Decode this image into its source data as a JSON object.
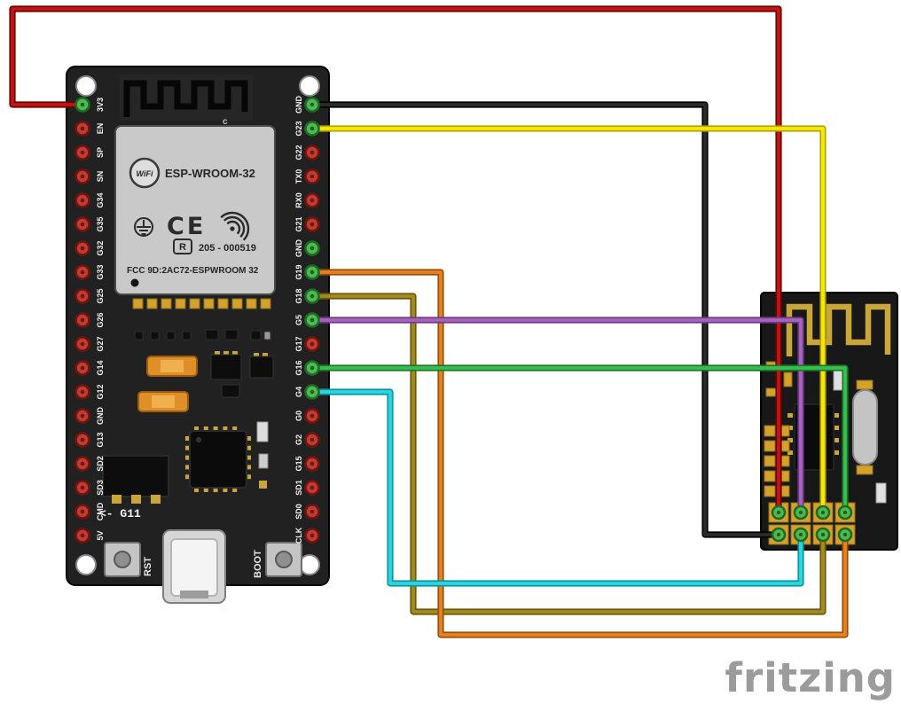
{
  "watermark": "fritzing",
  "palette": {
    "board_dark": "#212121",
    "nrf_dark": "#181818",
    "gold": "#d4a12b",
    "gold_ring": "#8a6d1f",
    "shield_silver": "#c9c9c9",
    "pin_free": "#c23a30",
    "pin_free_ring": "#6e1510",
    "pin_connected": "#4cbb4f",
    "pin_connected_ring": "#1d6b25"
  },
  "esp32": {
    "shield": {
      "logo": "WiFi",
      "model": "ESP-WROOM-32",
      "ce_mark": "CE",
      "reg_mark": "R",
      "reg_code": "205 - 000519",
      "fcc_line": "FCC 9D:2AC72-ESPWROOM 32"
    },
    "silkscreen": {
      "c_label": "c",
      "g11_label": "<- G11",
      "rst_label": "RST",
      "boot_label": "BOOT"
    },
    "left_pins": [
      "3V3",
      "EN",
      "SP",
      "SN",
      "G34",
      "G35",
      "G32",
      "G33",
      "G25",
      "G26",
      "G27",
      "G14",
      "G12",
      "GND",
      "G13",
      "SD2",
      "SD3",
      "CMD",
      "5V"
    ],
    "right_pins": [
      "GND",
      "G23",
      "G22",
      "TX0",
      "RX0",
      "G21",
      "GND",
      "G19",
      "G18",
      "G5",
      "G17",
      "G16",
      "G4",
      "G0",
      "G2",
      "G15",
      "SD1",
      "SD0",
      "CLK"
    ],
    "left_connected": [
      0
    ],
    "right_connected": [
      0,
      1,
      6,
      7,
      8,
      9,
      11,
      12
    ]
  },
  "nrf24l01": {
    "header_pin_count": 8
  },
  "wires": {
    "red": {
      "color": "#c01515",
      "border": "#700000"
    },
    "black": {
      "color": "#2b2b2b",
      "border": "#000000"
    },
    "yellow": {
      "color": "#f8e80a",
      "border": "#b3a600"
    },
    "olive": {
      "color": "#a38b1d",
      "border": "#6a5a0e"
    },
    "orange": {
      "color": "#e8821f",
      "border": "#9a4f0c"
    },
    "cyan": {
      "color": "#2cd5df",
      "border": "#0b96a3"
    },
    "purple": {
      "color": "#a763bd",
      "border": "#6f3c85"
    },
    "green": {
      "color": "#37c04e",
      "border": "#1d7a2c"
    }
  }
}
